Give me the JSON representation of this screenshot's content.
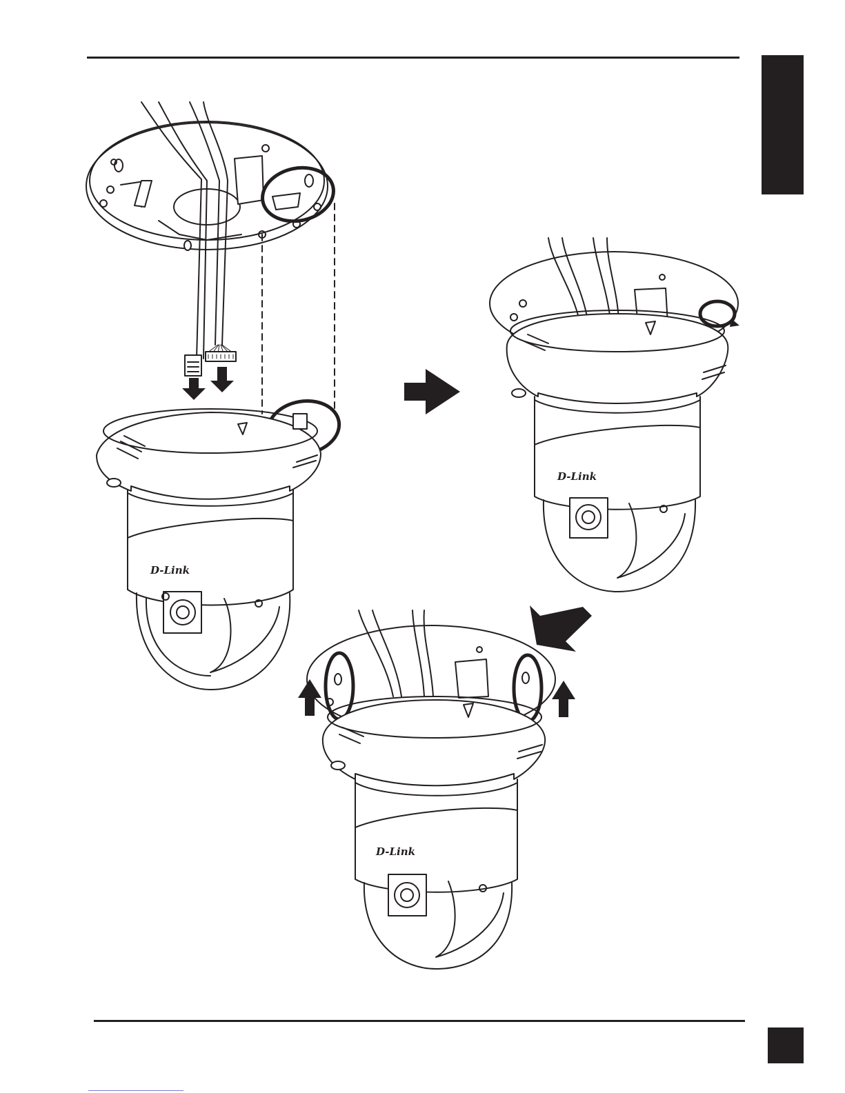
{
  "illustration": {
    "logos": [
      "D-Link",
      "D-Link",
      "D-Link"
    ]
  },
  "colors": {
    "ink": "#231f20",
    "paper": "#ffffff",
    "link": "#7b7bd8"
  }
}
